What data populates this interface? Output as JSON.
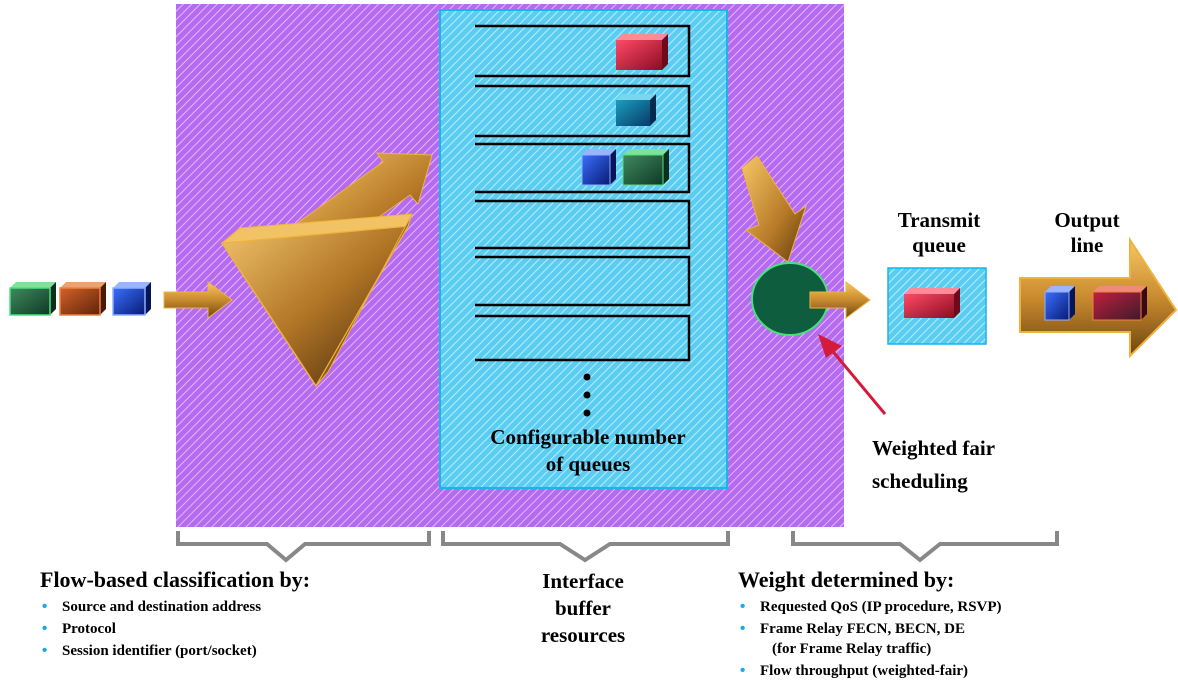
{
  "labels": {
    "transmit_queue": "Transmit\nqueue",
    "output_line": "Output\nline",
    "configurable": "Configurable number\nof queues",
    "wfs": "Weighted fair\nscheduling",
    "interface_buffer": "Interface\nbuffer\nresources"
  },
  "left_section": {
    "heading": "Flow-based classification by:",
    "items": [
      "Source and destination address",
      "Protocol",
      "Session identifier (port/socket)"
    ]
  },
  "right_section": {
    "heading": "Weight determined by:",
    "items": [
      "Requested QoS (IP procedure, RSVP)",
      "Frame Relay FECN, BECN, DE",
      "(for Frame Relay traffic)",
      "Flow throughput (weighted-fair)"
    ]
  },
  "bullet_glyph": "•",
  "colors": {
    "purple_panel": "#b56bf0",
    "cyan_panel": "#5ccdf2",
    "arrow_gold": "#c98a2e",
    "red_pointer": "#d41b3a",
    "scheduler": "#0e5d3e"
  }
}
